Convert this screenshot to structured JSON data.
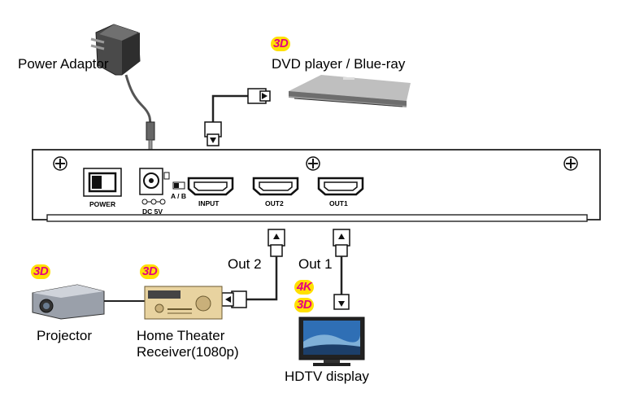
{
  "labels": {
    "power_adaptor": "Power Adaptor",
    "dvd_player": "DVD player / Blue-ray",
    "out2": "Out 2",
    "out1": "Out 1",
    "projector": "Projector",
    "receiver_line1": "Home Theater",
    "receiver_line2": "Receiver(1080p)",
    "hdtv": "HDTV display"
  },
  "panel_labels": {
    "power": "POWER",
    "dc": "DC 5V",
    "ab": "A / B",
    "input": "INPUT",
    "out2": "OUT2",
    "out1": "OUT1"
  },
  "badges": {
    "dvd": "3D",
    "projector": "3D",
    "receiver": "3D",
    "hdtv_4k": "4K",
    "hdtv_3d": "3D"
  },
  "colors": {
    "badge_bg": "#ffe000",
    "badge_text": "#e4007f"
  }
}
